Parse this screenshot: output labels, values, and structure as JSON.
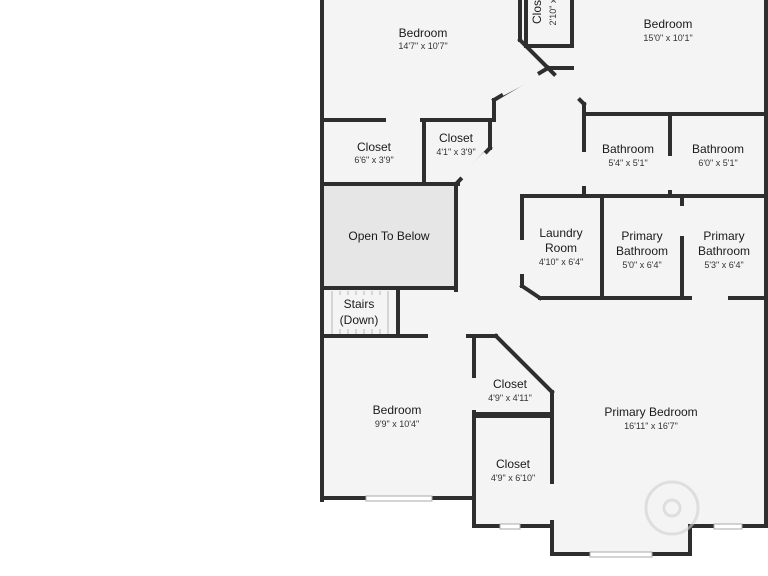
{
  "colors": {
    "wall": "#2e2e2e",
    "floor": "#f4f4f4",
    "open_to_below": "#e6e6e6",
    "window": "#ffffff",
    "watermark": "#d0d0d0"
  },
  "rooms": {
    "bedroom_top_left": {
      "name": "Bedroom",
      "dim": "14'7\" x 10'7\""
    },
    "closet_top": {
      "name": "Clos",
      "dim": "2'10\" x"
    },
    "bedroom_top_right": {
      "name": "Bedroom",
      "dim": "15'0\" x 10'1\""
    },
    "closet_a": {
      "name": "Closet",
      "dim": "6'6\" x 3'9\""
    },
    "closet_b": {
      "name": "Closet",
      "dim": "4'1\" x 3'9\""
    },
    "bathroom_a": {
      "name": "Bathroom",
      "dim": "5'4\" x 5'1\""
    },
    "bathroom_b": {
      "name": "Bathroom",
      "dim": "6'0\" x 5'1\""
    },
    "open_to_below": {
      "name": "Open To Below"
    },
    "laundry": {
      "name_line1": "Laundry",
      "name_line2": "Room",
      "dim": "4'10\" x 6'4\""
    },
    "primary_bath_a": {
      "name_line1": "Primary",
      "name_line2": "Bathroom",
      "dim": "5'0\" x 6'4\""
    },
    "primary_bath_b": {
      "name_line1": "Primary",
      "name_line2": "Bathroom",
      "dim": "5'3\" x 6'4\""
    },
    "stairs": {
      "name_line1": "Stairs",
      "name_line2": "(Down)"
    },
    "closet_c": {
      "name": "Closet",
      "dim": "4'9\" x 4'11\""
    },
    "bedroom_bottom_left": {
      "name": "Bedroom",
      "dim": "9'9\" x 10'4\""
    },
    "primary_bedroom": {
      "name": "Primary Bedroom",
      "dim": "16'11\" x 16'7\""
    },
    "closet_d": {
      "name": "Closet",
      "dim": "4'9\" x 6'10\""
    }
  }
}
